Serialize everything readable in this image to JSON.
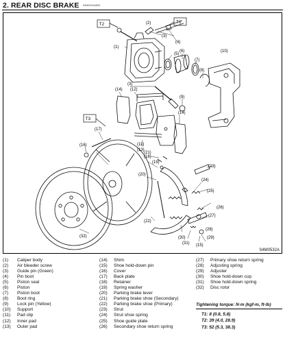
{
  "header": {
    "title": "2. REAR DISC BRAKE",
    "code": "S4M0201A0605"
  },
  "figure": {
    "code": "S4M0532A",
    "callouts": {
      "c1": "(1)",
      "c2": "(2)",
      "c3": "(3)",
      "c4": "(4)",
      "c5": "(5)",
      "c6": "(6)",
      "c7": "(7)",
      "c8": "(8)",
      "c9": "(9)",
      "c10": "(10)",
      "c11": "(11)",
      "c12": "(12)",
      "c13": "(13)",
      "c14": "(14)",
      "c14b": "(14)",
      "c15": "(15)",
      "c16": "(16)",
      "c17": "(17)",
      "c18": "(18)",
      "c19": "(19)",
      "c20": "(20)",
      "c21": "(21)",
      "c22": "(22)",
      "c23": "(23)",
      "c24": "(24)",
      "c25": "(25)",
      "c26": "(26)",
      "c27": "(27)",
      "c28": "(28)",
      "c29": "(29)",
      "c30": "(30)",
      "c31": "(31)",
      "c32": "(32)"
    },
    "torque_tags": {
      "t1": "T1",
      "t2": "T2",
      "t3": "T3"
    }
  },
  "legend": {
    "col1": [
      {
        "num": "(1)",
        "name": "Caliper body"
      },
      {
        "num": "(2)",
        "name": "Air bleeder screw"
      },
      {
        "num": "(3)",
        "name": "Guide pin (Green)"
      },
      {
        "num": "(4)",
        "name": "Pin boot"
      },
      {
        "num": "(5)",
        "name": "Piston seal"
      },
      {
        "num": "(6)",
        "name": "Piston"
      },
      {
        "num": "(7)",
        "name": "Piston boot"
      },
      {
        "num": "(8)",
        "name": "Boot ring"
      },
      {
        "num": "(9)",
        "name": "Lock pin (Yellow)"
      },
      {
        "num": "(10)",
        "name": "Support"
      },
      {
        "num": "(11)",
        "name": "Pad clip"
      },
      {
        "num": "(12)",
        "name": "Inner pad"
      },
      {
        "num": "(13)",
        "name": "Outer pad"
      }
    ],
    "col2": [
      {
        "num": "(14)",
        "name": "Shim"
      },
      {
        "num": "(15)",
        "name": "Shoe hold-down pin"
      },
      {
        "num": "(16)",
        "name": "Cover"
      },
      {
        "num": "(17)",
        "name": "Back plate"
      },
      {
        "num": "(18)",
        "name": "Retainer"
      },
      {
        "num": "(19)",
        "name": "Spring washer"
      },
      {
        "num": "(20)",
        "name": "Parking brake lever"
      },
      {
        "num": "(21)",
        "name": "Parking brake shoe (Secondary)"
      },
      {
        "num": "(22)",
        "name": "Parking brake shoe (Primary)"
      },
      {
        "num": "(23)",
        "name": "Strut"
      },
      {
        "num": "(24)",
        "name": "Strut shoe spring"
      },
      {
        "num": "(25)",
        "name": "Shoe guide plate"
      },
      {
        "num": "(26)",
        "name": "Secondary shoe return spring"
      }
    ],
    "col3": [
      {
        "num": "(27)",
        "name": "Primary shoe return spring"
      },
      {
        "num": "(28)",
        "name": "Adjusting spring"
      },
      {
        "num": "(29)",
        "name": "Adjuster"
      },
      {
        "num": "(30)",
        "name": "Shoe hold-down cup"
      },
      {
        "num": "(31)",
        "name": "Shoe hold-down spring"
      },
      {
        "num": "(32)",
        "name": "Disc rotor"
      }
    ],
    "torque": {
      "heading": "Tightening torque: N·m (kgf-m, ft-lb)",
      "t1": "T1: 8 (0.8, 5.8)",
      "t2": "T2: 39 (4.0, 28.9)",
      "t3": "T3: 52 (5.3, 38.3)"
    }
  }
}
